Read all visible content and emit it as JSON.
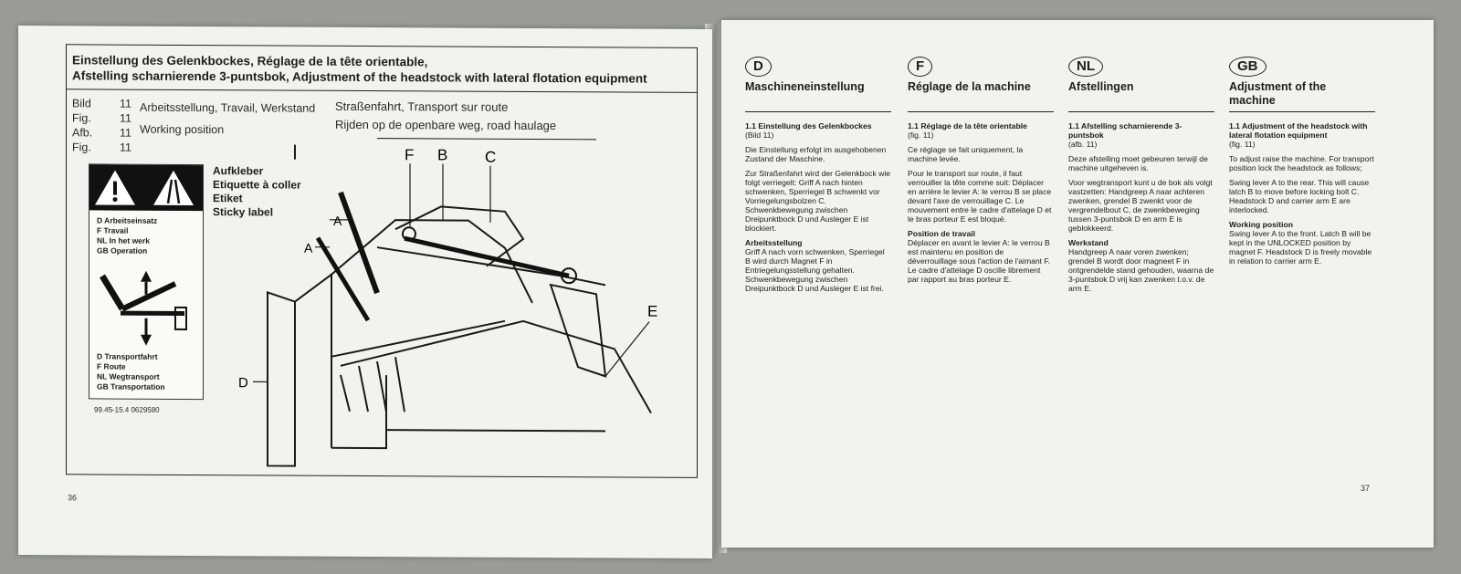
{
  "left_page": {
    "header": {
      "line1": "Einstellung des Gelenkbockes, Réglage de la tête orientable,",
      "line2": "Afstelling scharnierende 3-puntsbok, Adjustment of the headstock with lateral flotation equipment"
    },
    "figure_refs": [
      {
        "label": "Bild",
        "num": "11"
      },
      {
        "label": "Fig.",
        "num": "11"
      },
      {
        "label": "Afb.",
        "num": "11"
      },
      {
        "label": "Fig.",
        "num": "11"
      }
    ],
    "working_position": {
      "line1": "Arbeitsstellung, Travail, Werkstand",
      "line2": "Working position"
    },
    "road_transport": {
      "line1": "Straßenfahrt, Transport sur route",
      "line2": "Rijden op de openbare weg, road haulage"
    },
    "sticky_label": [
      "Aufkleber",
      "Etiquette à coller",
      "Etiket",
      "Sticky label"
    ],
    "legend_operation": [
      "D   Arbeitseinsatz",
      "F   Travail",
      "NL  In het werk",
      "GB  Operation"
    ],
    "legend_transport": [
      "D   Transportfahrt",
      "F   Route",
      "NL  Wegtransport",
      "GB  Transportation"
    ],
    "code": "99.45-15.4    0629580",
    "diagram_labels": {
      "f": "F",
      "b": "B",
      "c": "C",
      "a1": "A",
      "a2": "A",
      "e": "E",
      "d": "D"
    },
    "page_number": "36"
  },
  "right_page": {
    "page_number": "37",
    "columns": [
      {
        "badge": "D",
        "title": "Maschineneinstellung",
        "subtitle": "1.1 Einstellung des Gelenkbockes",
        "ref": "(Bild 11)",
        "paragraphs": [
          "Die Einstellung erfolgt im ausgehobenen Zustand der Maschine.",
          "Zur Straßenfahrt wird der Gelenkbock wie folgt verriegelt: Griff A nach hinten schwenken, Sperriegel B schwenkt vor Vorriegelungsbolzen C. Schwenkbewegung zwischen Dreipunktbock D und Ausleger E ist blockiert.",
          "Arbeitsstellung",
          "Griff A nach vorn schwenken, Sperriegel B wird durch Magnet F in Entriegelungsstellung gehalten. Schwenkbewegung zwischen Dreipunktbock D und Ausleger E ist frei."
        ]
      },
      {
        "badge": "F",
        "title": "Réglage de la machine",
        "subtitle": "1.1 Réglage de la tête orientable",
        "ref": "(fig. 11)",
        "paragraphs": [
          "Ce réglage se fait uniquement, la machine levée.",
          "Pour le transport sur route, il faut verrouiller la tête comme suit: Déplacer en arrière le levier A: le verrou B se place devant l'axe de verrouillage C. Le mouvement entre le cadre d'attelage D et le bras porteur E est bloqué.",
          "Position de travail",
          "Déplacer en avant le levier A: le verrou B est maintenu en position de déverrouillage sous l'action de l'aimant F. Le cadre d'attelage D oscille librement par rapport au bras porteur E."
        ]
      },
      {
        "badge": "NL",
        "title": "Afstellingen",
        "subtitle": "1.1 Afstelling scharnierende 3-puntsbok",
        "ref": "(afb. 11)",
        "paragraphs": [
          "Deze afstelling moet gebeuren terwijl de machine uitgeheven is.",
          "Voor wegtransport kunt u de bok als volgt vastzetten: Handgreep A naar achteren zwenken, grendel B zwenkt voor de vergrendelbout C, de zwenkbeweging tussen 3-puntsbok D en arm E is geblokkeerd.",
          "Werkstand",
          "Handgreep A naar voren zwenken; grendel B wordt door magneet F in ontgrendelde stand gehouden, waarna de 3-puntsbok D vrij kan zwenken t.o.v. de arm E."
        ]
      },
      {
        "badge": "GB",
        "title": "Adjustment of the machine",
        "subtitle": "1.1 Adjustment of the headstock with lateral flotation equipment",
        "ref": "(fig. 11)",
        "paragraphs": [
          "To adjust raise the machine. For transport position lock the headstock as follows;",
          "Swing lever A to the rear. This will cause latch B to move before locking bolt C. Headstock D and carrier arm E are interlocked.",
          "Working position",
          "Swing lever A to the front. Latch B will be kept in the UNLOCKED position by magnet F. Headstock D is freely movable in relation to carrier arm E."
        ]
      }
    ]
  }
}
